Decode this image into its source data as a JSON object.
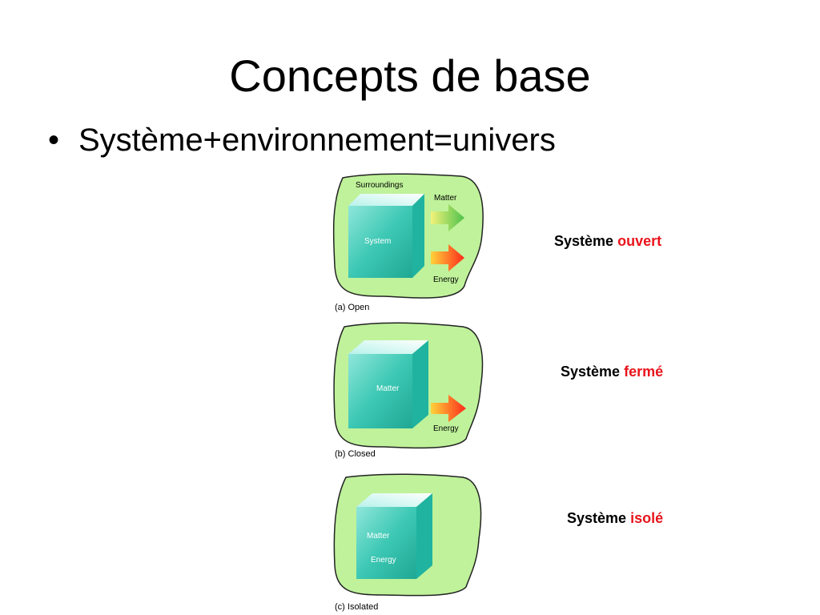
{
  "slide": {
    "title": "Concepts de base",
    "bullet": "Système+environnement=univers",
    "bullet_marker": "•"
  },
  "diagrams": {
    "open": {
      "surroundings": "Surroundings",
      "system": "System",
      "matter": "Matter",
      "energy": "Energy",
      "caption": "(a) Open",
      "label_prefix": "Système",
      "label_type": "ouvert"
    },
    "closed": {
      "matter": "Matter",
      "energy": "Energy",
      "caption": "(b) Closed",
      "label_prefix": "Système",
      "label_type": "fermé"
    },
    "isolated": {
      "matter": "Matter",
      "energy": "Energy",
      "caption": "(c) Isolated",
      "label_prefix": "Système",
      "label_type": "isolé"
    }
  },
  "colors": {
    "surroundings_green": "#bff29a",
    "cube_teal": "#3cc8b4",
    "label_highlight": "#e8141b"
  }
}
